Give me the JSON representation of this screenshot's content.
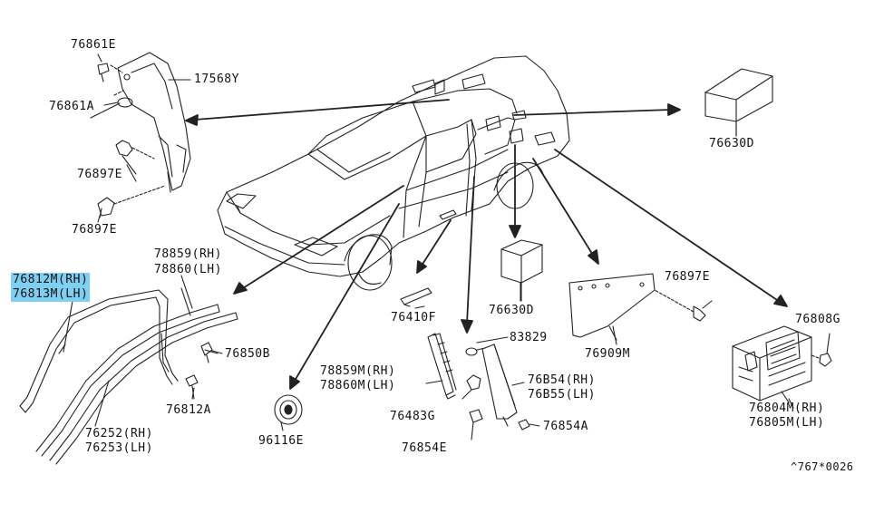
{
  "labels": {
    "p76861E": "76861E",
    "p17568Y": "17568Y",
    "p76861A": "76861A",
    "p76897E_a": "76897E",
    "p76897E_b": "76897E",
    "p76630D_a": "76630D",
    "p78859_rh": "78859(RH)",
    "p78860_lh": "78860(LH)",
    "p76812M_rh": "76812M(RH)",
    "p76813M_lh": "76813M(LH)",
    "p76850B": "76850B",
    "p76812A": "76812A",
    "p76252_rh": "76252(RH)",
    "p76253_lh": "76253(LH)",
    "p96116E": "96116E",
    "p76410F": "76410F",
    "p76630D_b": "76630D",
    "p76897E_c": "76897E",
    "p76909M": "76909M",
    "p76808G": "76808G",
    "p83829": "83829",
    "p78859M_rh": "78859M(RH)",
    "p78860M_lh": "78860M(LH)",
    "p76B54_rh": "76B54(RH)",
    "p76B55_lh": "76B55(LH)",
    "p76483G": "76483G",
    "p76854A": "76854A",
    "p76854E": "76854E",
    "p76804M_rh": "76804M(RH)",
    "p76805M_lh": "76805M(LH)",
    "diagram_code": "^767*0026"
  },
  "colors": {
    "line": "#222222",
    "selection": "#7ecff2"
  }
}
